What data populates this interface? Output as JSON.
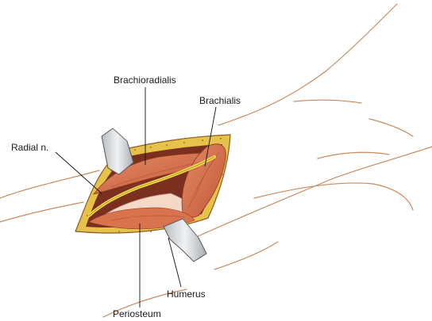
{
  "labels": {
    "brachioradialis": "Brachioradialis",
    "brachialis": "Brachialis",
    "radial_nerve": "Radial n.",
    "humerus": "Humerus",
    "periosteum": "Periosteum"
  },
  "colors": {
    "skin_outline": "#c98a5c",
    "muscle": "#d9734e",
    "muscle_dark": "#b04a2c",
    "fat": "#e6c24a",
    "nerve": "#f2dc4e",
    "bone": "#f3d9c6",
    "retractor": "#d6d8da",
    "leader": "#111111"
  },
  "icons": [
    "upper-retractor-icon",
    "lower-retractor-icon"
  ]
}
